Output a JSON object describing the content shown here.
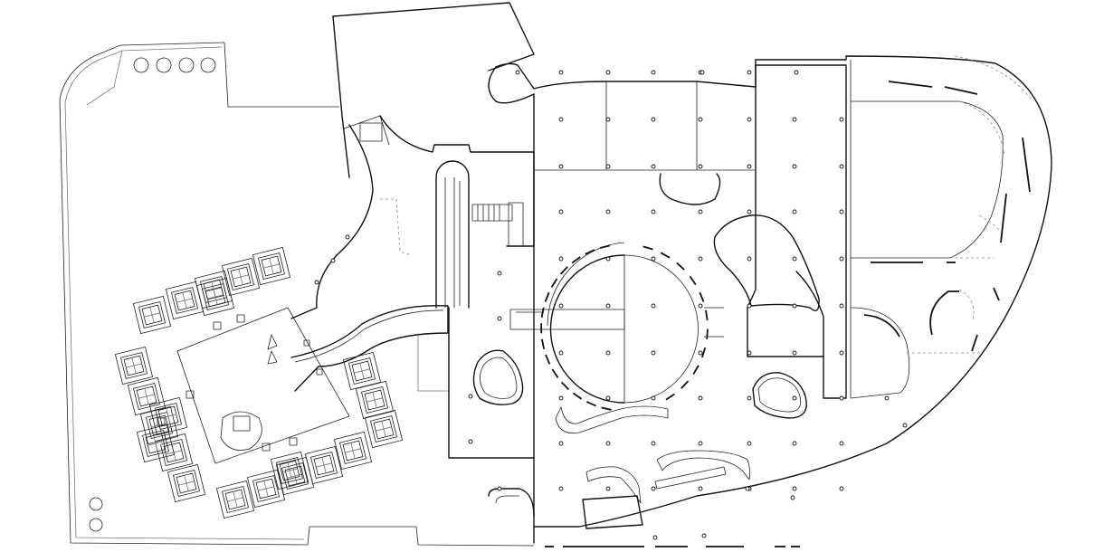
{
  "plan": {
    "kind": "architectural-floor-plan",
    "stroke_color": "#111111",
    "background_color": "#ffffff",
    "grid_column_count": 96,
    "rounded_islands": 5,
    "nested_square_rooms": 22
  }
}
